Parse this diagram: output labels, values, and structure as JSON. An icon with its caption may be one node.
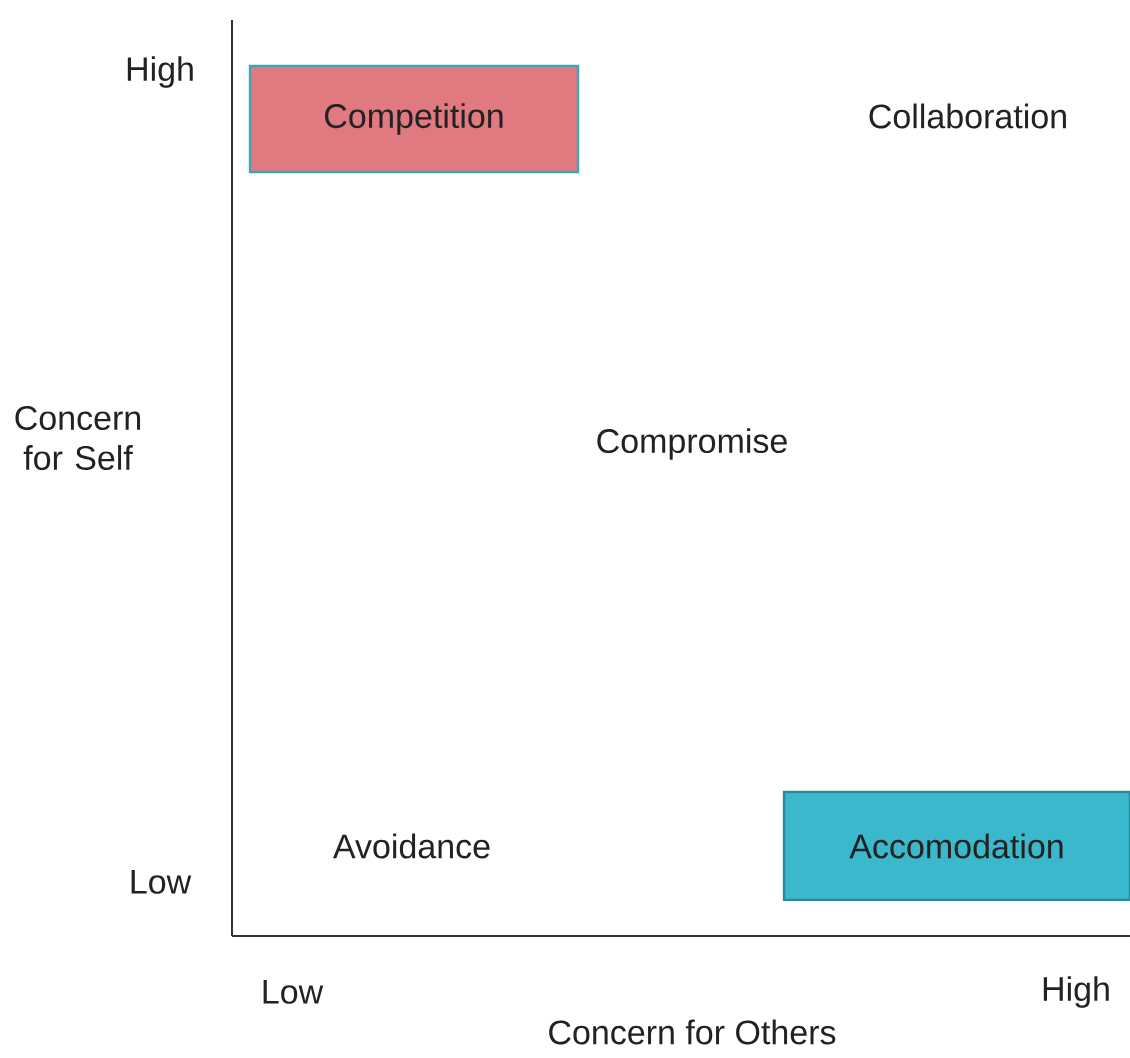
{
  "diagram": {
    "nodes": [
      {
        "text": [
          "Competition"
        ]
      },
      {
        "text": [
          "Accomodation"
        ]
      }
    ],
    "labels": [
      "High",
      "Collaboration",
      "Concern for Self",
      "Compromise",
      "Avoidance",
      "Low",
      "Low",
      "High",
      "Concern for Others"
    ]
  }
}
